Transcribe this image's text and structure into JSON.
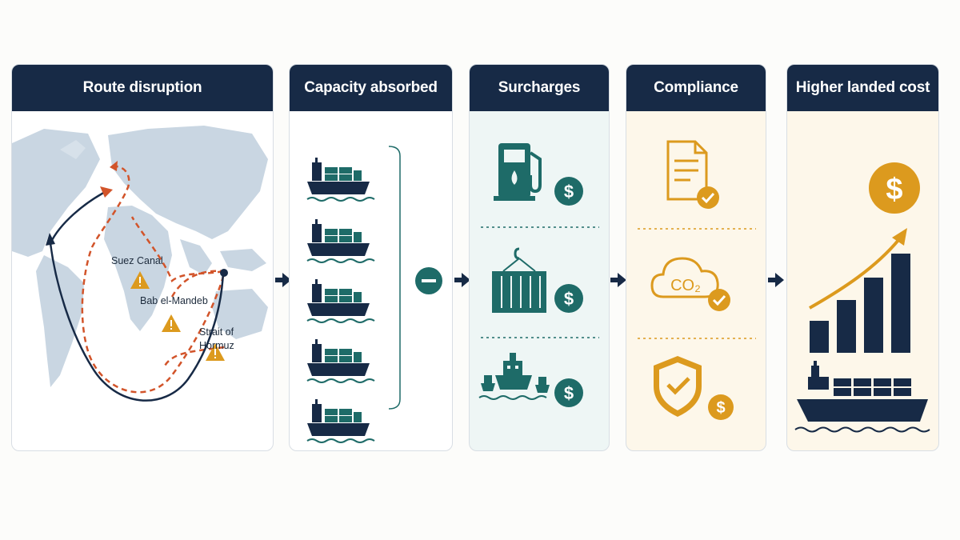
{
  "stages": [
    {
      "id": "route",
      "title": "Route disruption"
    },
    {
      "id": "capacity",
      "title": "Capacity absorbed"
    },
    {
      "id": "surcharges",
      "title": "Surcharges"
    },
    {
      "id": "compliance",
      "title": "Compliance"
    },
    {
      "id": "cost",
      "title": "Higher landed cost"
    }
  ],
  "map_labels": {
    "suez": "Suez Canal",
    "bab": "Bab el-Mandeb",
    "hormuz": "Strait of Hormuz"
  },
  "icons": {
    "co2_text": "CO₂",
    "currency_symbol": "$"
  },
  "colors": {
    "navy": "#172a46",
    "teal": "#1e6b68",
    "gold": "#dc9a1e",
    "route_orange": "#d2542a",
    "map_land": "#c9d6e2"
  }
}
